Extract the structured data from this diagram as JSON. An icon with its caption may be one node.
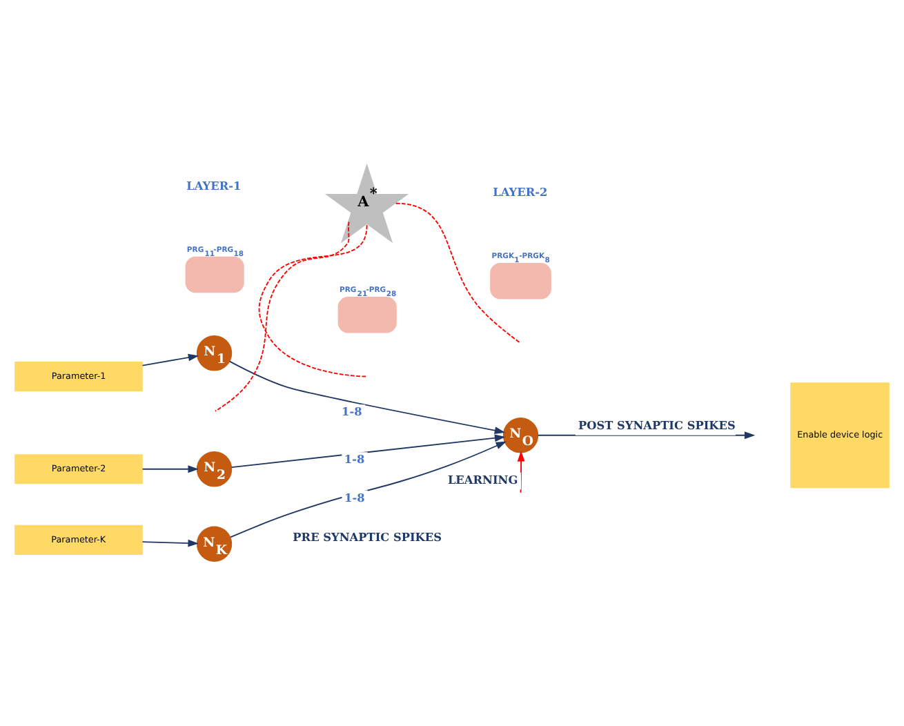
{
  "diagram": {
    "nodes": [
      {
        "text": [
          "Parameter-1"
        ]
      },
      {
        "text": [
          "Parameter-2"
        ]
      },
      {
        "text": [
          "Parameter-K"
        ]
      },
      {
        "text": [
          "N$_{1}$"
        ]
      },
      {
        "text": [
          "N$_{2}$"
        ]
      },
      {
        "text": [
          "N$_{K}$"
        ]
      },
      {
        "text": [
          "N$_{O}$"
        ]
      },
      {
        "text": [
          "A$^{*}$"
        ]
      },
      {
        "text": [
          "PRG$_{11}$-PRG$_{18}$"
        ]
      },
      {
        "text": [
          "PRGK$_{1}$-PRGK$_{8}$"
        ]
      },
      {
        "text": [
          "PRG$_{21}$-PRG$_{28}$"
        ]
      },
      {
        "text": [
          "Enable device logic"
        ]
      }
    ],
    "edges": [
      {
        "from": 0,
        "to": 3,
        "arrow": "to"
      },
      {
        "from": 1,
        "to": 4,
        "arrow": "to"
      },
      {
        "from": 2,
        "to": 5,
        "arrow": "to"
      },
      {
        "from": 3,
        "to": 6,
        "arrow": "to",
        "label": "1-8"
      },
      {
        "from": 4,
        "to": 6,
        "arrow": "to",
        "label": "1-8"
      },
      {
        "from": 5,
        "to": 6,
        "arrow": "to",
        "label": "1-8"
      },
      {
        "from": 6,
        "to": null,
        "arrow": "to",
        "label": "POST SYNAPTIC SPIKES"
      },
      {
        "from": null,
        "to": 6,
        "arrow": "to",
        "label": "LEARNING",
        "color": "#ff0000"
      },
      {
        "from": 7,
        "to": null,
        "arrow": "none",
        "style": "dashed",
        "color": "#ff0000"
      },
      {
        "from": 7,
        "to": null,
        "arrow": "none",
        "style": "dashed",
        "color": "#ff0000"
      },
      {
        "from": 7,
        "to": null,
        "arrow": "none",
        "style": "dashed",
        "color": "#ff0000"
      }
    ],
    "labels": [
      "LAYER-1",
      "LAYER-2",
      "PRE SYNAPTIC SPIKES"
    ]
  }
}
